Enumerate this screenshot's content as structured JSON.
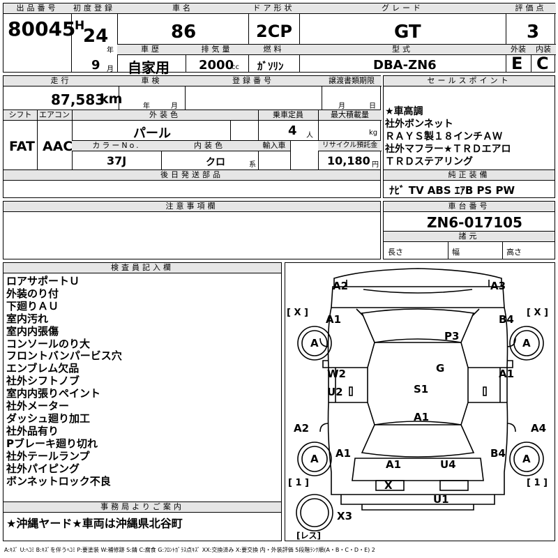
{
  "header": {
    "lot_label": "出品番号",
    "lot": "80045",
    "reg_label": "初度登録",
    "era": "H",
    "year": "24",
    "year_unit": "年",
    "month": "9",
    "month_unit": "月",
    "name_label": "車名",
    "name": "86",
    "door_label": "ドア形状",
    "door": "2CP",
    "grade_label": "グレード",
    "grade": "GT",
    "score_label": "評価点",
    "score": "3",
    "history_label": "車歴",
    "history": "自家用",
    "disp_label": "排気量",
    "disp": "2000",
    "disp_unit": "cc",
    "fuel_label": "燃料",
    "fuel": "ｶﾞｿﾘﾝ",
    "model_label": "型式",
    "model": "DBA-ZN6",
    "ext_label": "外装",
    "ext": "E",
    "int_label": "内装",
    "int": "C"
  },
  "row2": {
    "mileage_label": "走行",
    "mileage": "87,583",
    "mileage_unit": "km",
    "inspect_label": "車検",
    "inspect_y": "年",
    "inspect_m": "月",
    "regno_label": "登録番号",
    "transfer_label": "譲渡書類期限",
    "transfer_m": "月",
    "transfer_d": "日",
    "shift_label": "シフト",
    "shift": "FAT",
    "ac_label": "エアコン",
    "ac": "AAC",
    "color_label": "外装色",
    "color": "パール",
    "cap_label": "乗車定員",
    "cap": "4",
    "cap_unit": "人",
    "load_label": "最大積載量",
    "load_unit": "kg",
    "colorno_label": "カラーNo.",
    "colorno": "37J",
    "intcolor_label": "内装色",
    "intcolor": "クロ",
    "intcolor_unit": "系",
    "import_label": "輸入車",
    "recycle_label": "リサイクル預託金",
    "recycle": "10,180",
    "recycle_unit": "円",
    "later_label": "後日発送部品",
    "notes_label": "注意事項欄"
  },
  "sales": {
    "label": "セールスポイント",
    "items": [
      "★車高調",
      "社外ボンネット",
      "ＲＡＹＳ製１８インチＡＷ",
      "社外マフラー★ＴＲＤエアロ",
      "ＴＲＤステアリング"
    ]
  },
  "equip": {
    "label": "純正装備",
    "value": "ﾅﾋﾞ TV ABS ｴｱB PS PW"
  },
  "chassis": {
    "label": "車台番号",
    "value": "ZN6-017105",
    "dim_label": "諸元",
    "len": "長さ",
    "width": "幅",
    "height": "高さ"
  },
  "inspector": {
    "label": "検査員記入欄",
    "items": [
      "ロアサポートＵ",
      "外装のり付",
      "下廻りＡＵ",
      "室内汚れ",
      "室内内張傷",
      "コンソールのり大",
      "フロントバンパービス穴",
      "エンブレム欠品",
      "社外シフトノブ",
      "室内内張りペイント",
      "社外メーター",
      "ダッシュ廻り加工",
      "社外品有り",
      "Pブレーキ廻り切れ",
      "社外テールランプ",
      "社外パイピング",
      "ボンネットロック不良"
    ]
  },
  "office": {
    "label": "事務局よりご案内",
    "value": "★沖縄ヤード★車両は沖縄県北谷町"
  },
  "diagram": {
    "labels": [
      "A2",
      "A3",
      "A1",
      "B4",
      "P3",
      "W2",
      "U2",
      "G",
      "A1",
      "S1",
      "A1",
      "A2",
      "A4",
      "A1",
      "B4",
      "A1",
      "U4",
      "X",
      "U1",
      "X3"
    ],
    "wheel": "A",
    "bracket_x": "[ X ]",
    "bracket_1": "[ 1 ]",
    "spare": "[レス]"
  },
  "legend": "A:ｷｽﾞ U:ﾍｺﾐ B:ｷｽﾞを伴うﾍｺﾐ P:要塗装 W:補修跡 S:錆 C:腐食 G:ﾌﾛﾝﾄｶﾞﾗｽ点ｷｽﾞ XX:交換済み X:要交換 内・外装評価 5段階ﾗﾝｸ順(A・B・C・D・E) 2"
}
